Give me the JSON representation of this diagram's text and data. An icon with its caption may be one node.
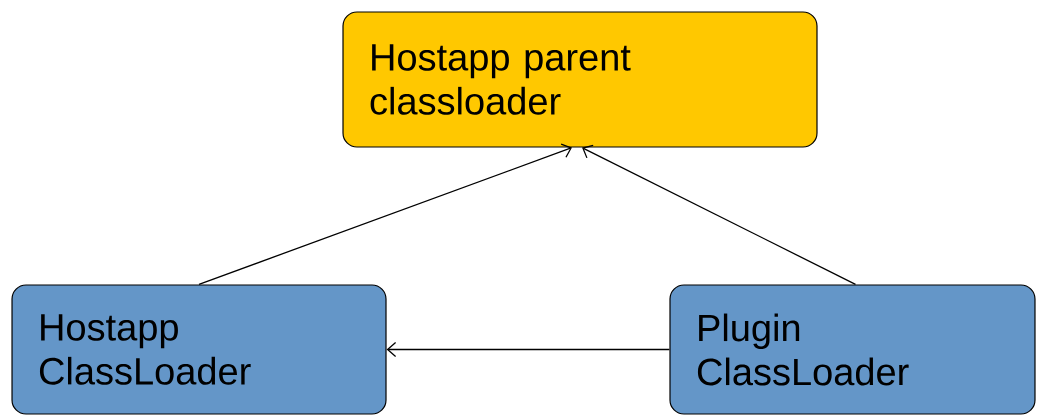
{
  "diagram": {
    "nodes": [
      {
        "text": [
          "Hostapp parent classloader"
        ]
      },
      {
        "text": [
          "Hostapp ClassLoader"
        ]
      },
      {
        "text": [
          "Plugin ClassLoader"
        ]
      }
    ],
    "edges": [
      {
        "from": 1,
        "to": 0,
        "arrow": "to"
      },
      {
        "from": 2,
        "to": 0,
        "arrow": "to"
      },
      {
        "from": 2,
        "to": 1,
        "arrow": "to"
      }
    ]
  }
}
